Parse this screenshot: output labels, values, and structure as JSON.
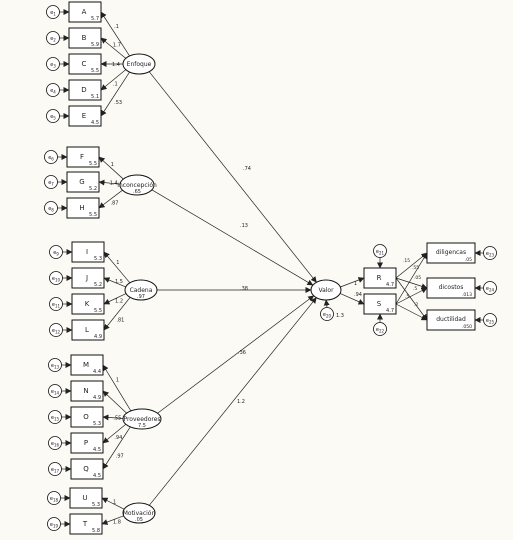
{
  "nodes": {
    "indicators": [
      {
        "id": "A",
        "label": "A",
        "err": "e1",
        "value": "5.7"
      },
      {
        "id": "B",
        "label": "B",
        "err": "e2",
        "value": "5.9"
      },
      {
        "id": "C",
        "label": "C",
        "err": "e3",
        "value": "5.5"
      },
      {
        "id": "D",
        "label": "D",
        "err": "e4",
        "value": "5.1"
      },
      {
        "id": "E",
        "label": "E",
        "err": "e5",
        "value": "4.5"
      },
      {
        "id": "F",
        "label": "F",
        "err": "e6",
        "value": "5.5"
      },
      {
        "id": "G",
        "label": "G",
        "err": "e7",
        "value": "5.2"
      },
      {
        "id": "H",
        "label": "H",
        "err": "e8",
        "value": "5.5"
      },
      {
        "id": "I",
        "label": "I",
        "err": "e9",
        "value": "5.3"
      },
      {
        "id": "J",
        "label": "J",
        "err": "e10",
        "value": "5.2"
      },
      {
        "id": "K",
        "label": "K",
        "err": "e11",
        "value": "5.5"
      },
      {
        "id": "L",
        "label": "L",
        "err": "e12",
        "value": "4.9"
      },
      {
        "id": "M",
        "label": "M",
        "err": "e13",
        "value": "4.4"
      },
      {
        "id": "N",
        "label": "N",
        "err": "e14",
        "value": "4.9"
      },
      {
        "id": "O",
        "label": "O",
        "err": "e15",
        "value": "5.3"
      },
      {
        "id": "P",
        "label": "P",
        "err": "e16",
        "value": "4.5"
      },
      {
        "id": "Q",
        "label": "Q",
        "err": "e17",
        "value": "4.5"
      },
      {
        "id": "U",
        "label": "U",
        "err": "e18",
        "value": "5.3"
      },
      {
        "id": "T",
        "label": "T",
        "err": "e19",
        "value": "5.8"
      }
    ],
    "latents": [
      {
        "id": "enfoque",
        "label": "Enfoque",
        "value": ""
      },
      {
        "id": "conc",
        "label": "Inconcepción",
        "value": ".65"
      },
      {
        "id": "cadena",
        "label": "Cadena",
        "value": ".97"
      },
      {
        "id": "prov",
        "label": "Proveedores",
        "value": "7.5"
      },
      {
        "id": "motiv",
        "label": "Motivación",
        "value": ".05"
      },
      {
        "id": "valor",
        "label": "Valor",
        "value": ""
      }
    ],
    "valor_error": {
      "label": "e20",
      "value": "1.3"
    },
    "middle": [
      {
        "id": "R",
        "label": "R",
        "err": "e21",
        "value": "4.7"
      },
      {
        "id": "S",
        "label": "S",
        "err": "e22",
        "value": "4.7"
      }
    ],
    "outcomes": [
      {
        "id": "dili",
        "label": "diligencas",
        "err": "e23",
        "value": ".05"
      },
      {
        "id": "dico",
        "label": "dicostos",
        "err": "e24",
        "value": ".013"
      },
      {
        "id": "duct",
        "label": "ductilidad",
        "err": "e25",
        "value": ".050"
      }
    ]
  },
  "edges": {
    "loadings": {
      "A": ".1",
      "B": "1.7",
      "C": "1.4",
      "D": ".1",
      "E": ".53",
      "F": "1",
      "G": "1.4",
      "H": ".87",
      "I": "1",
      "J": "1.5",
      "K": "1.2",
      "L": ".81",
      "M": "1",
      "N": "",
      "O": ".55",
      "P": ".94",
      "Q": ".97",
      "U": "1",
      "T": "1.8"
    },
    "structural": {
      "enfoque": ".74",
      "conc": ".13",
      "cadena": ".38",
      "prov": ".36",
      "motiv": "1.2"
    },
    "valor_out": {
      "R": "1",
      "S": ".94"
    },
    "rs_out": {
      "dili": ".15",
      "dico": ".05",
      "duct": ".5",
      "s_dili": ".55",
      "s_dico": ".5",
      "s_duct": ".2"
    }
  }
}
